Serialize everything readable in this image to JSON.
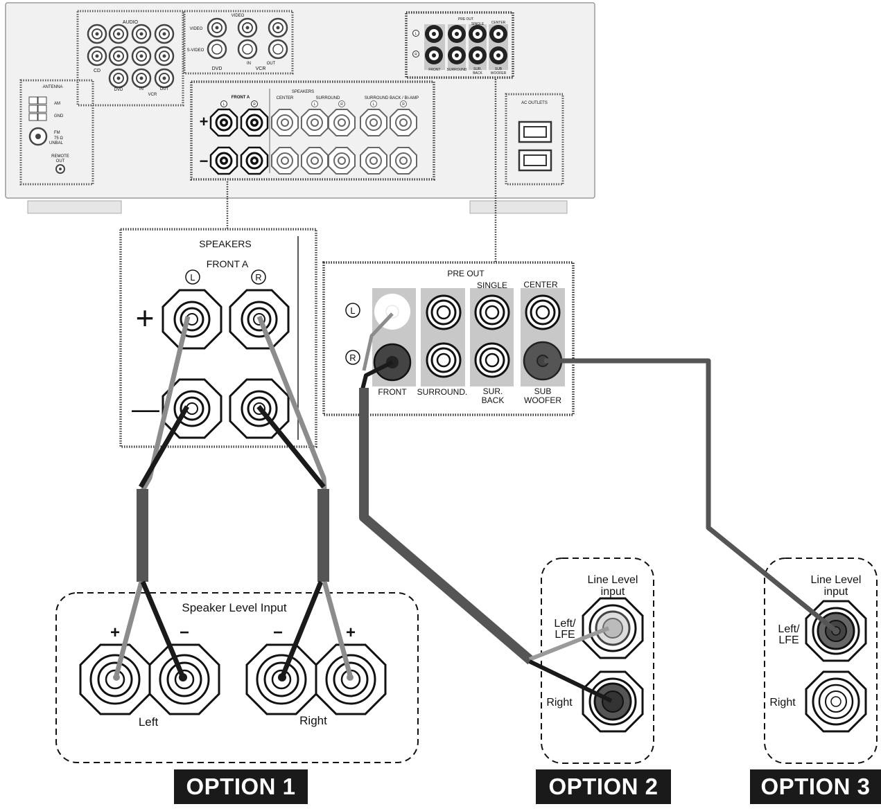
{
  "receiver": {
    "audio_title": "AUDIO",
    "cd": "CD",
    "dvd": "DVD",
    "in": "IN",
    "out": "OUT",
    "vcr": "VCR",
    "video_title": "VIDEO",
    "video": "VIDEO",
    "svideo": "S-VIDEO",
    "antenna": "ANTENNA",
    "am": "AM",
    "gnd": "GND",
    "fm": "FM",
    "ohm": "75 Ω",
    "unbal": "UNBAL",
    "remote": "REMOTE",
    "remote_out": "OUT",
    "speakers": "SPEAKERS",
    "front_a": "FRONT A",
    "center": "CENTER",
    "surround": "SURROUND",
    "surround_back": "SURROUND BACK / BI-AMP",
    "l": "L",
    "r": "R",
    "plus": "+",
    "minus": "−",
    "pre_out": "PRE OUT",
    "single": "SINGLE",
    "front": "FRONT",
    "surround_dot": "SURROUND.",
    "sur": "SUR.",
    "back": "BACK",
    "sub": "SUB",
    "woofer": "WOOFER",
    "ac_outlets": "AC OUTLETS"
  },
  "speakers_detail": {
    "title": "SPEAKERS",
    "front_a": "FRONT A",
    "l": "L",
    "r": "R",
    "plus": "+",
    "minus": "—"
  },
  "preout_detail": {
    "title": "PRE OUT",
    "single": "SINGLE",
    "center": "CENTER",
    "l": "L",
    "r": "R",
    "front": "FRONT",
    "surround": "SURROUND.",
    "sur": "SUR.",
    "back": "BACK",
    "sub": "SUB",
    "woofer": "WOOFER"
  },
  "option1": {
    "title": "Speaker Level Input",
    "plus": "+",
    "minus": "−",
    "left": "Left",
    "right": "Right",
    "label": "OPTION 1"
  },
  "option2": {
    "title_1": "Line Level",
    "title_2": "input",
    "left_1": "Left/",
    "left_2": "LFE",
    "right": "Right",
    "label": "OPTION 2"
  },
  "option3": {
    "title_1": "Line Level",
    "title_2": "input",
    "left_1": "Left/",
    "left_2": "LFE",
    "right": "Right",
    "label": "OPTION 3"
  },
  "colors": {
    "cable_dark": "#1a1a1a",
    "cable_gray": "#8a8a8a",
    "cable_mid": "#555555",
    "receiver_body": "#f1f1f1"
  }
}
